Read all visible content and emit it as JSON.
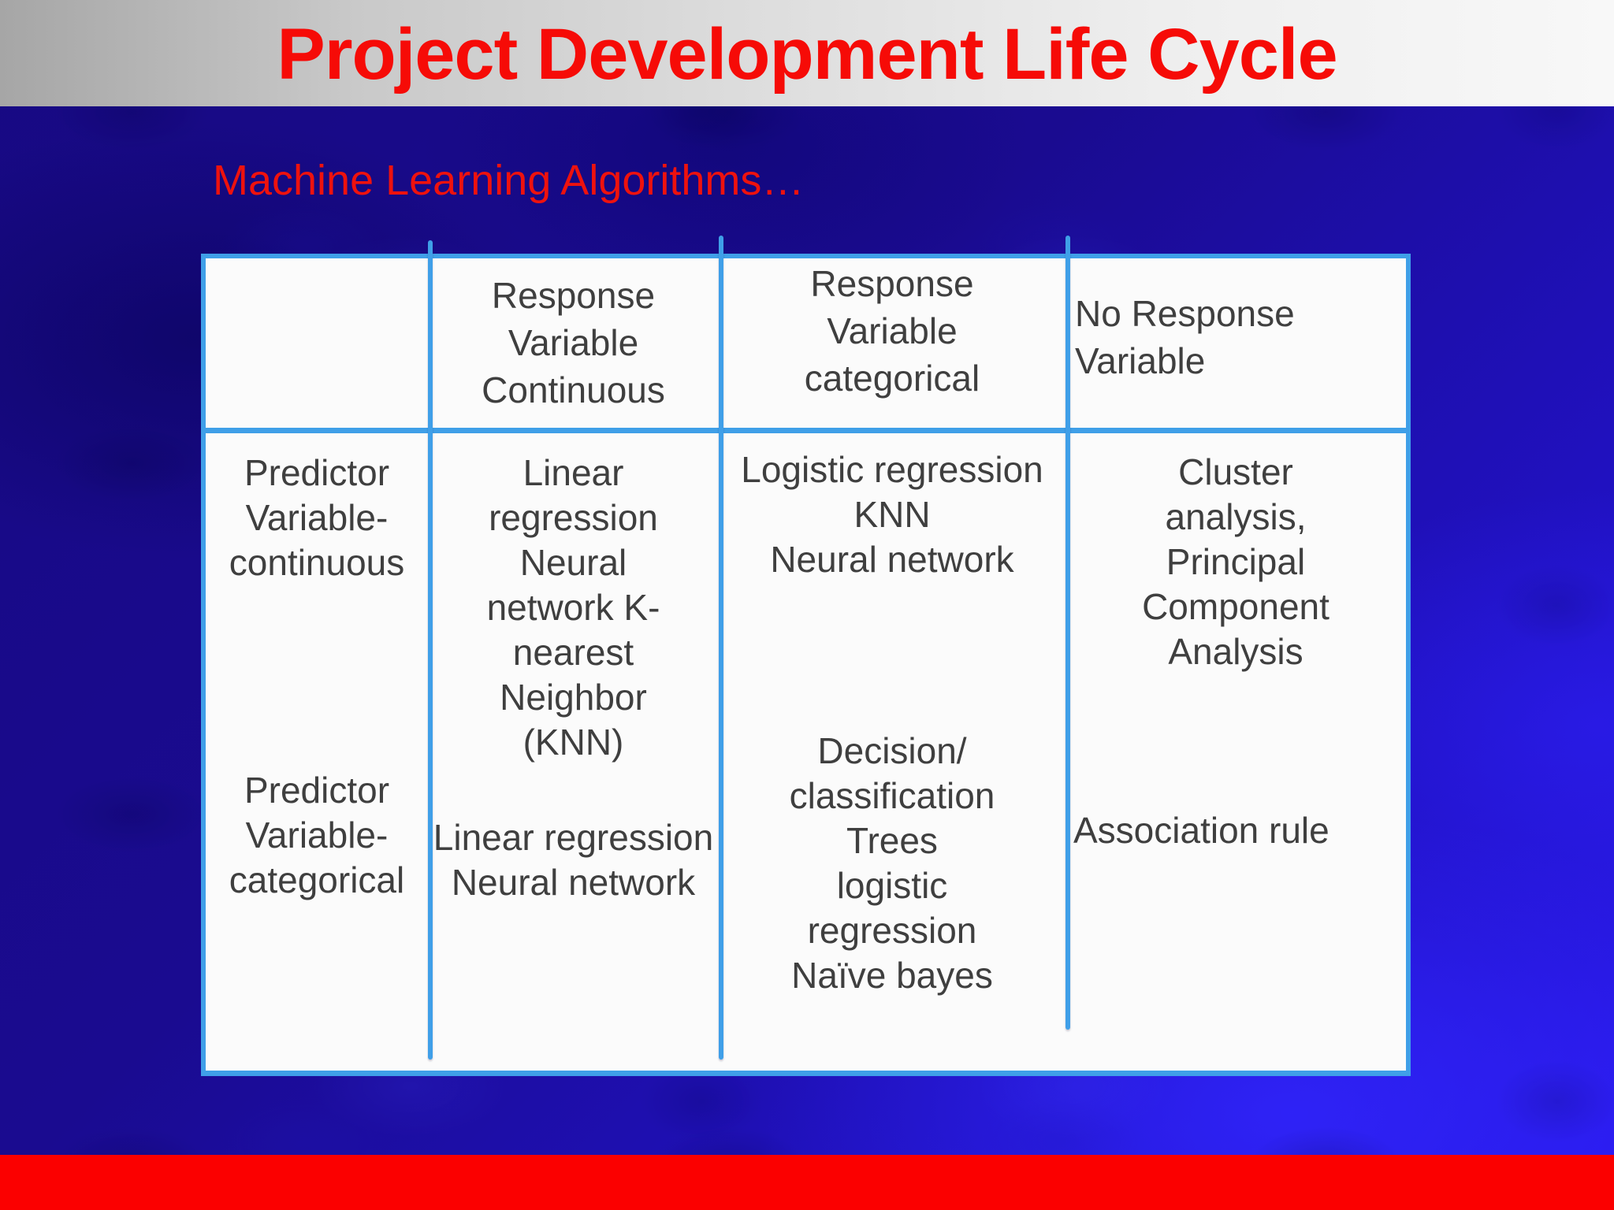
{
  "slide": {
    "title": "Project Development Life Cycle",
    "subtitle": "Machine Learning Algorithms…"
  },
  "colors": {
    "accent_blue": "#3f9fe8",
    "title_red": "#f60b07",
    "footer_red": "#fb0000",
    "banner_gray": "#d9d9d9",
    "background_blue": "#1a0b90",
    "cell_text_gray": "#3f3f3f"
  },
  "table": {
    "headers": {
      "col1": "",
      "col2": "Response\nVariable\nContinuous",
      "col3": "Response\nVariable\ncategorical",
      "col4": "No Response\nVariable"
    },
    "rows": {
      "row1": {
        "col1": "Predictor\nVariable-\ncontinuous",
        "col2": "Linear\nregression\nNeural\nnetwork K-\nnearest\nNeighbor\n(KNN)",
        "col3": "Logistic regression\nKNN\nNeural network",
        "col4": "Cluster\nanalysis,\nPrincipal\nComponent\nAnalysis"
      },
      "row2": {
        "col1": "Predictor\nVariable-\ncategorical",
        "col2": "Linear regression\nNeural network",
        "col3": "Decision/\nclassification\nTrees\nlogistic\nregression\nNaïve bayes",
        "col4": "Association rule"
      }
    }
  }
}
